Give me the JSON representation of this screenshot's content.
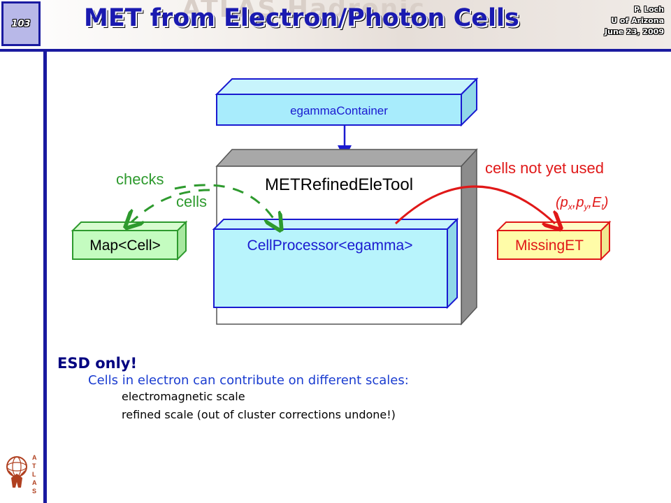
{
  "slide": {
    "number": "103",
    "title": "MET from Electron/Photon Cells",
    "author": [
      "P. Loch",
      "U of Arizona",
      "June 23, 2009"
    ],
    "watermark": "ATLAS Hadronic"
  },
  "diagram": {
    "container_label": "egammaContainer",
    "tool_label": "METRefinedEleTool",
    "processor_label": "CellProcessor<egamma>",
    "map_label": "Map<Cell>",
    "missing_label": "MissingET",
    "checks_label": "checks",
    "cells_label": "cells",
    "unused_label": "cells not yet used",
    "formula": {
      "open": "(p",
      "x": "x",
      "comma1": ",p",
      "y": "y",
      "comma2": ",E",
      "t": "t",
      "close": ")"
    }
  },
  "bullets": {
    "level1": "ESD only!",
    "level2": "Cells in electron can contribute on different scales:",
    "level3": [
      "electromagnetic scale",
      "refined scale (out of cluster corrections undone!)"
    ]
  },
  "colors": {
    "accent": "#1a1ab0",
    "green": "#2e9a2e",
    "red": "#e01818"
  }
}
